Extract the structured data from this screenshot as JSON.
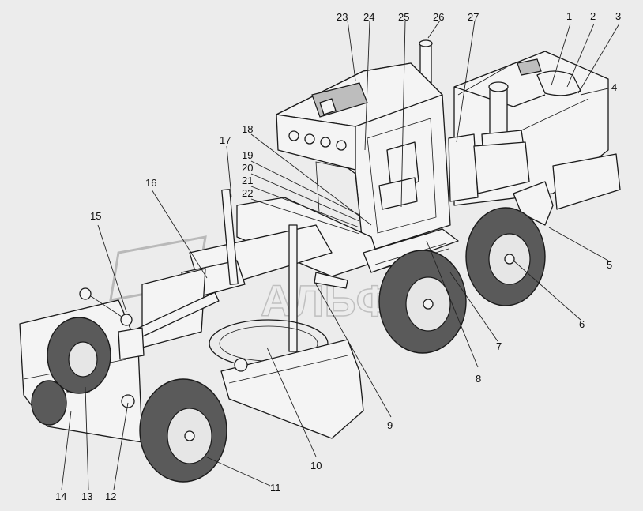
{
  "watermark": "АЛЬФАС",
  "callouts": [
    {
      "label": "1"
    },
    {
      "label": "2"
    },
    {
      "label": "3"
    },
    {
      "label": "4"
    },
    {
      "label": "5"
    },
    {
      "label": "6"
    },
    {
      "label": "7"
    },
    {
      "label": "8"
    },
    {
      "label": "9"
    },
    {
      "label": "10"
    },
    {
      "label": "11"
    },
    {
      "label": "12"
    },
    {
      "label": "13"
    },
    {
      "label": "14"
    },
    {
      "label": "15"
    },
    {
      "label": "16"
    },
    {
      "label": "17"
    },
    {
      "label": "18"
    },
    {
      "label": "19"
    },
    {
      "label": "20"
    },
    {
      "label": "21"
    },
    {
      "label": "22"
    },
    {
      "label": "23"
    },
    {
      "label": "24"
    },
    {
      "label": "25"
    },
    {
      "label": "26"
    },
    {
      "label": "27"
    }
  ]
}
